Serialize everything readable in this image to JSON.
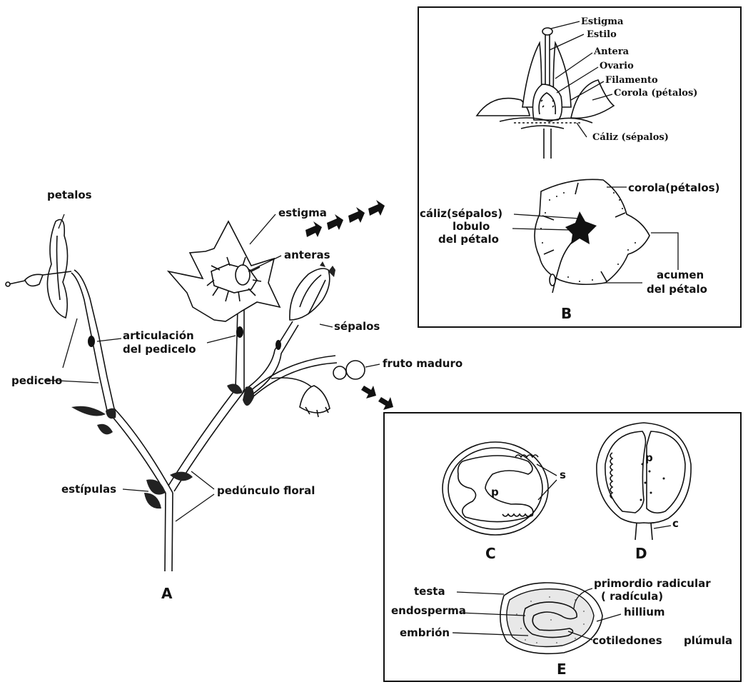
{
  "panel_a": {
    "letter": "A",
    "labels": {
      "petalos": "petalos",
      "pedicelo": "pedicelo",
      "articulacion_1": "articulación",
      "articulacion_2": "del pedicelo",
      "estigma": "estigma",
      "anteras": "anteras",
      "sepalos": "sépalos",
      "fruto_maduro": "fruto maduro",
      "estipulas": "estípulas",
      "pedunculo": "pedúnculo floral"
    }
  },
  "panel_b": {
    "letter": "B",
    "labels": {
      "estigma": "Estigma",
      "estilo": "Estilo",
      "antera": "Antera",
      "ovario": "Ovario",
      "filamento": "Filamento",
      "corola_petalos_top": "Corola (pétalos)",
      "caliz_sepalos_top": "Cáliz (sépalos)",
      "corola_petalos": "corola(pétalos)",
      "caliz_sepalos": "cáliz(sépalos)",
      "lobulo_1": "lobulo",
      "lobulo_2": "del pétalo",
      "acumen_1": "acumen",
      "acumen_2": "del pétalo"
    }
  },
  "panel_c": {
    "letter": "C",
    "p": "p",
    "s": "s"
  },
  "panel_d": {
    "letter": "D",
    "p": "p",
    "c": "c"
  },
  "panel_e": {
    "letter": "E",
    "labels": {
      "testa": "testa",
      "endosperma": "endosperma",
      "embrion": "embrión",
      "primordio_1": "primordio radicular",
      "primordio_2": "( radícula)",
      "hillium": "hillium",
      "cotiledones": "cotiledones",
      "plumula": "plúmula"
    }
  }
}
